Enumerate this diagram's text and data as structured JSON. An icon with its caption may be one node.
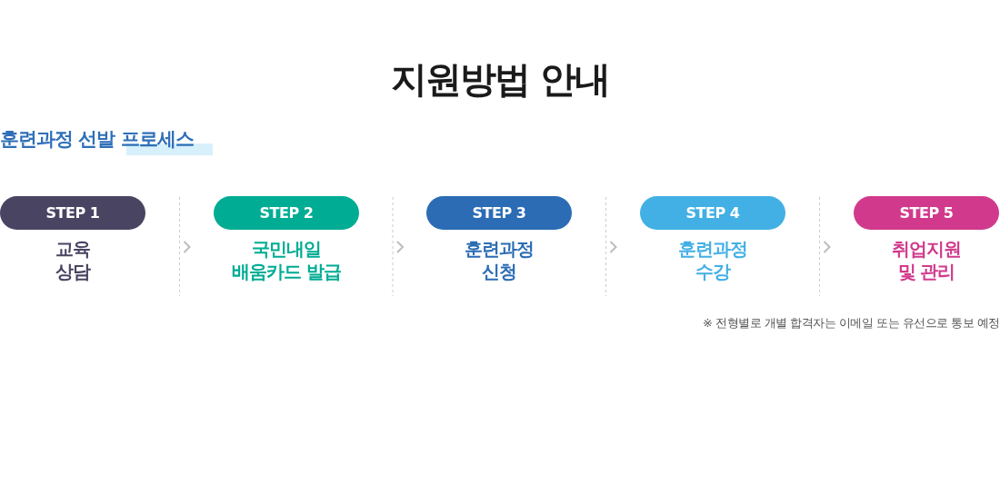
{
  "diagram": {
    "title": "지원방법 안내",
    "nodes": [
      {
        "text": [
          "STEP 1",
          "교육 상담"
        ]
      },
      {
        "text": [
          "STEP 2",
          "국민내일 배움카드 발급"
        ]
      },
      {
        "text": [
          "STEP 3",
          "훈련과정 신청"
        ]
      },
      {
        "text": [
          "STEP 4",
          "훈련과정 수강"
        ]
      },
      {
        "text": [
          "STEP 5",
          "취업지원 및 관리"
        ]
      }
    ],
    "edges": [
      {
        "from": 0,
        "to": 1,
        "arrow": "to"
      },
      {
        "from": 1,
        "to": 2,
        "arrow": "to"
      },
      {
        "from": 2,
        "to": 3,
        "arrow": "to"
      },
      {
        "from": 3,
        "to": 4,
        "arrow": "to"
      }
    ],
    "labels": [
      "훈련과정 선발 프로세스",
      "※ 전형별로 개별 합격자는 이메일 또는 유선으로 통보 예정"
    ]
  }
}
